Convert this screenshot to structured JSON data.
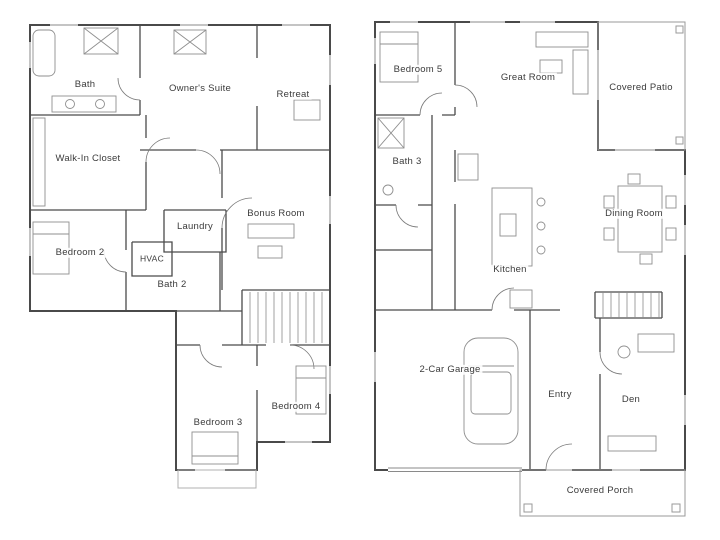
{
  "colors": {
    "walls": "#4a4a4a",
    "light_lines": "#9a9a9a",
    "furniture_lines": "#8f8f8f",
    "label_text": "#3b3b3b",
    "background": "#ffffff"
  },
  "plans": {
    "upper": {
      "rooms": {
        "bath": "Bath",
        "owners_suite": "Owner's Suite",
        "retreat": "Retreat",
        "walk_in_closet": "Walk-In Closet",
        "bedroom2": "Bedroom 2",
        "laundry": "Laundry",
        "hvac": "HVAC",
        "bath2": "Bath 2",
        "bonus_room": "Bonus Room",
        "bedroom3": "Bedroom 3",
        "bedroom4": "Bedroom 4"
      }
    },
    "main": {
      "rooms": {
        "bedroom5": "Bedroom 5",
        "great_room": "Great Room",
        "covered_patio": "Covered Patio",
        "bath3": "Bath 3",
        "dining_room": "Dining Room",
        "kitchen": "Kitchen",
        "garage": "2-Car Garage",
        "entry": "Entry",
        "den": "Den",
        "covered_porch": "Covered Porch"
      }
    }
  }
}
